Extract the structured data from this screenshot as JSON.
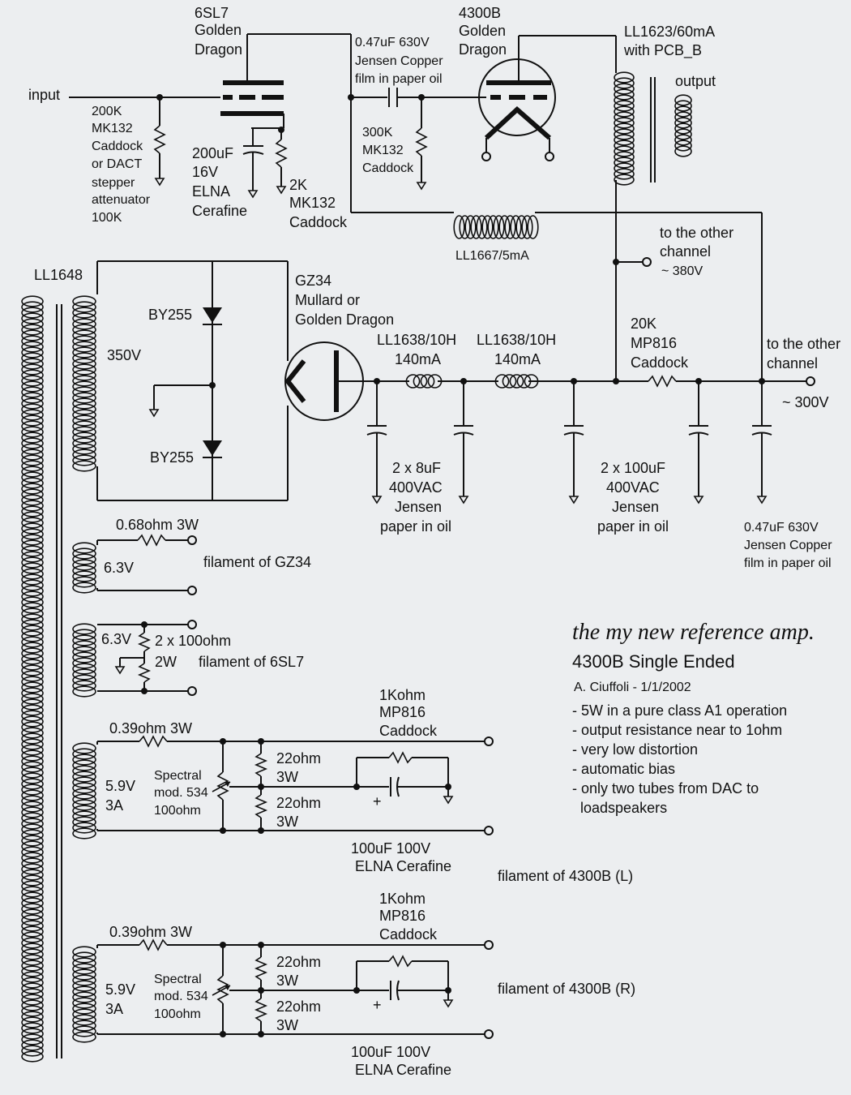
{
  "labels": {
    "tube_6sl7": [
      "6SL7",
      "Golden",
      "Dragon"
    ],
    "tube_4300b": [
      "4300B",
      "Golden",
      "Dragon"
    ],
    "input": "input",
    "attenuator": [
      "200K",
      "MK132",
      "Caddock",
      "or DACT",
      "stepper",
      "attenuator",
      "100K"
    ],
    "cathode_cap": [
      "200uF",
      "16V",
      "ELNA",
      "Cerafine"
    ],
    "cathode_res": [
      "2K",
      "MK132",
      "Caddock"
    ],
    "coupling_cap": [
      "0.47uF 630V",
      "Jensen Copper",
      "film in paper oil"
    ],
    "grid_res": [
      "300K",
      "MK132",
      "Caddock"
    ],
    "output_tx": [
      "LL1623/60mA",
      "with PCB_B"
    ],
    "output": "output",
    "choke_ll1667": "LL1667/5mA",
    "other_channel_380": [
      "to the other",
      "channel",
      "~ 380V"
    ],
    "power_tx": "LL1648",
    "secondary_hv": "350V",
    "diode_top": "BY255",
    "diode_bottom": "BY255",
    "rectifier": [
      "GZ34",
      "Mullard or",
      "Golden Dragon"
    ],
    "choke1": [
      "LL1638/10H",
      "140mA"
    ],
    "choke2": [
      "LL1638/10H",
      "140mA"
    ],
    "dropping_res": [
      "20K",
      "MP816",
      "Caddock"
    ],
    "other_channel_300": [
      "to the other",
      "channel"
    ],
    "b_plus_300": "~ 300V",
    "filter_caps_1": [
      "2 x 8uF",
      "400VAC",
      "Jensen",
      "paper in oil"
    ],
    "filter_caps_2": [
      "2 x 100uF",
      "400VAC",
      "Jensen",
      "paper in oil"
    ],
    "bypass_cap": [
      "0.47uF 630V",
      "Jensen Copper",
      "film in paper oil"
    ],
    "gz34_fil_res": "0.68ohm 3W",
    "gz34_fil_volt": "6.3V",
    "gz34_fil_label": "filament of GZ34",
    "sl7_fil_volt": "6.3V",
    "sl7_fil_res": [
      "2 x 100ohm",
      "2W"
    ],
    "sl7_fil_label": "filament of 6SL7",
    "title": "the my new reference amp.",
    "subtitle": "4300B Single Ended",
    "author": "A. Ciuffoli - 1/1/2002",
    "features": [
      "- 5W in a pure class A1 operation",
      "- output resistance near to 1ohm",
      "- very low distortion",
      "- automatic bias",
      "- only two tubes from DAC to",
      "  loadspeakers"
    ],
    "fil_left": {
      "res_bias": [
        "1Kohm",
        "MP816",
        "Caddock"
      ],
      "res_series": "0.39ohm 3W",
      "volt": [
        "5.9V",
        "3A"
      ],
      "pot": [
        "Spectral",
        "mod. 534",
        "100ohm"
      ],
      "res_top": [
        "22ohm",
        "3W"
      ],
      "res_bottom": [
        "22ohm",
        "3W"
      ],
      "cap": [
        "100uF 100V",
        "ELNA Cerafine"
      ],
      "plus": "+",
      "label": "filament of 4300B (L)"
    },
    "fil_right": {
      "res_bias": [
        "1Kohm",
        "MP816",
        "Caddock"
      ],
      "res_series": "0.39ohm 3W",
      "volt": [
        "5.9V",
        "3A"
      ],
      "pot": [
        "Spectral",
        "mod. 534",
        "100ohm"
      ],
      "res_top": [
        "22ohm",
        "3W"
      ],
      "res_bottom": [
        "22ohm",
        "3W"
      ],
      "cap": [
        "100uF 100V",
        "ELNA Cerafine"
      ],
      "plus": "+",
      "label": "filament of 4300B (R)"
    }
  }
}
